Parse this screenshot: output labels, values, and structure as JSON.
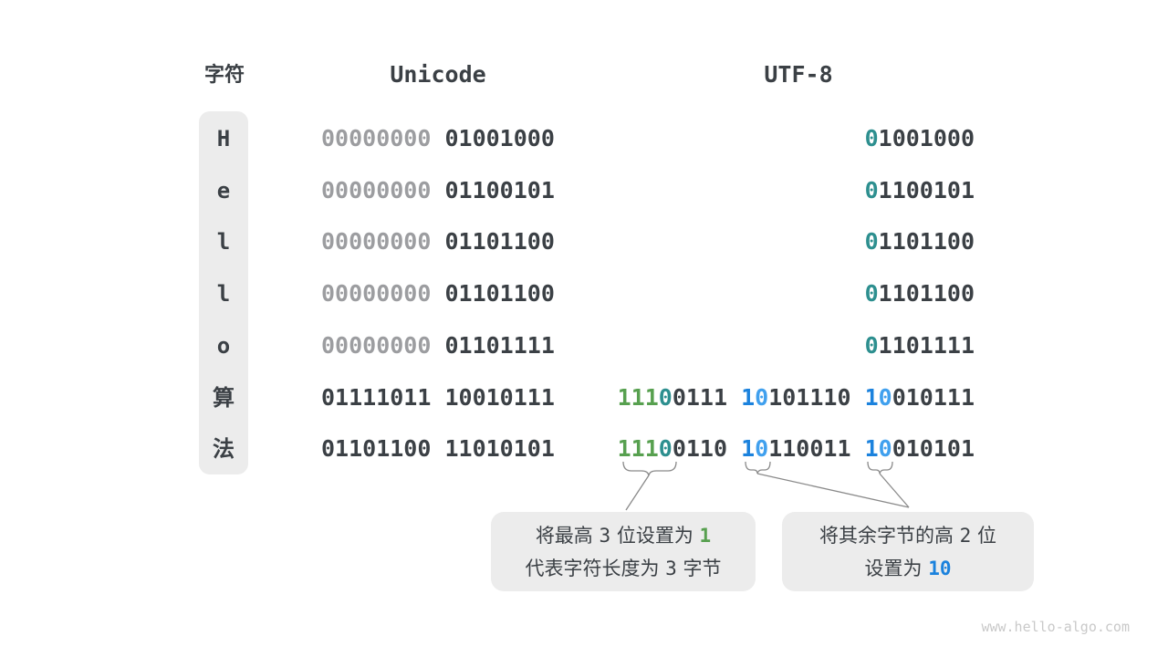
{
  "page": {
    "watermark": "www.hello-algo.com"
  },
  "colors": {
    "dark": "#3b4045",
    "gray": "#9c9da0",
    "green": "#57a04f",
    "teal": "#2d8f8f",
    "blue1": "#1b82dd",
    "blue0": "#40a0ee",
    "box_bg": "#ececec",
    "line": "#8a8a8a",
    "watermark": "#c9c9c9"
  },
  "header": {
    "character": "字符",
    "unicode": "Unicode",
    "utf8": "UTF-8"
  },
  "rows": [
    {
      "char": "H",
      "unicode": [
        [
          "gray",
          "00000000"
        ],
        [
          "dark",
          " 01001000"
        ]
      ],
      "utf8": [
        [
          "teal",
          "0"
        ],
        [
          "dark",
          "1001000"
        ]
      ]
    },
    {
      "char": "e",
      "unicode": [
        [
          "gray",
          "00000000"
        ],
        [
          "dark",
          " 01100101"
        ]
      ],
      "utf8": [
        [
          "teal",
          "0"
        ],
        [
          "dark",
          "1100101"
        ]
      ]
    },
    {
      "char": "l",
      "unicode": [
        [
          "gray",
          "00000000"
        ],
        [
          "dark",
          " 01101100"
        ]
      ],
      "utf8": [
        [
          "teal",
          "0"
        ],
        [
          "dark",
          "1101100"
        ]
      ]
    },
    {
      "char": "l",
      "unicode": [
        [
          "gray",
          "00000000"
        ],
        [
          "dark",
          " 01101100"
        ]
      ],
      "utf8": [
        [
          "teal",
          "0"
        ],
        [
          "dark",
          "1101100"
        ]
      ]
    },
    {
      "char": "o",
      "unicode": [
        [
          "gray",
          "00000000"
        ],
        [
          "dark",
          " 01101111"
        ]
      ],
      "utf8": [
        [
          "teal",
          "0"
        ],
        [
          "dark",
          "1101111"
        ]
      ]
    },
    {
      "char": "算",
      "unicode": [
        [
          "dark",
          "01111011 10010111"
        ]
      ],
      "utf8": [
        [
          "green",
          "111"
        ],
        [
          "teal",
          "0"
        ],
        [
          "dark",
          "0111 "
        ],
        [
          "blue1",
          "1"
        ],
        [
          "blue0",
          "0"
        ],
        [
          "dark",
          "101110 "
        ],
        [
          "blue1",
          "1"
        ],
        [
          "blue0",
          "0"
        ],
        [
          "dark",
          "010111"
        ]
      ]
    },
    {
      "char": "法",
      "unicode": [
        [
          "dark",
          "01101100 11010101"
        ]
      ],
      "utf8": [
        [
          "green",
          "111"
        ],
        [
          "teal",
          "0"
        ],
        [
          "dark",
          "0110 "
        ],
        [
          "blue1",
          "1"
        ],
        [
          "blue0",
          "0"
        ],
        [
          "dark",
          "110011 "
        ],
        [
          "blue1",
          "1"
        ],
        [
          "blue0",
          "0"
        ],
        [
          "dark",
          "010101"
        ]
      ]
    }
  ],
  "callouts": {
    "box1": {
      "line1": [
        {
          "t": "将最高 ",
          "k": "text"
        },
        {
          "t": "3",
          "k": "num"
        },
        {
          "t": " 位设置为 ",
          "k": "text"
        },
        {
          "t": "1",
          "k": "green"
        }
      ],
      "line2": [
        {
          "t": "代表字符长度为 ",
          "k": "text"
        },
        {
          "t": "3",
          "k": "num"
        },
        {
          "t": " 字节",
          "k": "text"
        }
      ]
    },
    "box2": {
      "line1": [
        {
          "t": "将其余字节的高 ",
          "k": "text"
        },
        {
          "t": "2",
          "k": "num"
        },
        {
          "t": " 位",
          "k": "text"
        }
      ],
      "line2": [
        {
          "t": "设置为 ",
          "k": "text"
        },
        {
          "t": "10",
          "k": "blue"
        }
      ]
    }
  }
}
